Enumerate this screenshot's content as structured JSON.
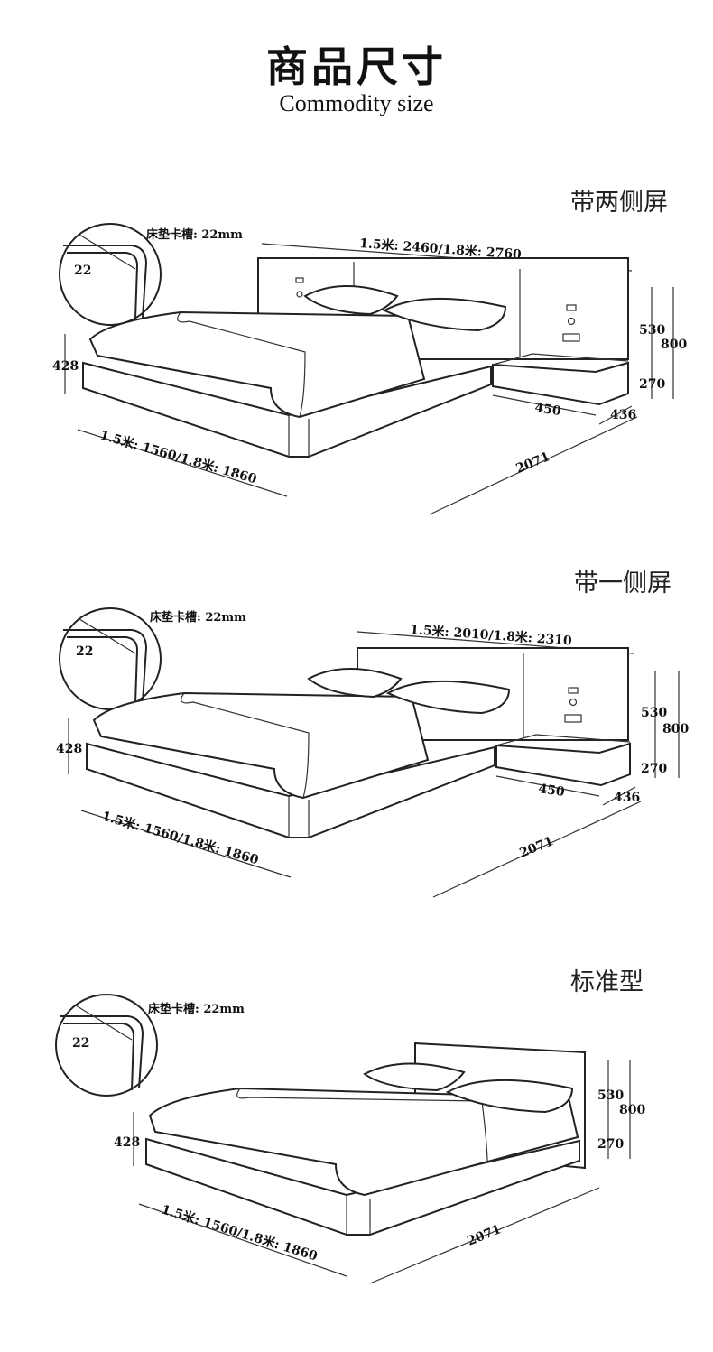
{
  "header": {
    "title": "商品尺寸",
    "subtitle": "Commodity size"
  },
  "sections": [
    {
      "label": "带两侧屏",
      "slot_text": "床垫卡槽: 22mm",
      "inset_value": "22",
      "headboard_width": "1.5米: 2460/1.8米: 2760",
      "bed_width": "1.5米: 1560/1.8米: 1860",
      "length": "2071",
      "height_bed": "428",
      "height_upper": "530",
      "height_total": "800",
      "height_lower": "270",
      "nightstand_width": "450",
      "nightstand_depth": "436"
    },
    {
      "label": "带一侧屏",
      "slot_text": "床垫卡槽: 22mm",
      "inset_value": "22",
      "headboard_width": "1.5米: 2010/1.8米: 2310",
      "bed_width": "1.5米: 1560/1.8米: 1860",
      "length": "2071",
      "height_bed": "428",
      "height_upper": "530",
      "height_total": "800",
      "height_lower": "270",
      "nightstand_width": "450",
      "nightstand_depth": "436"
    },
    {
      "label": "标准型",
      "slot_text": "床垫卡槽: 22mm",
      "inset_value": "22",
      "bed_width": "1.5米: 1560/1.8米: 1860",
      "length": "2071",
      "height_bed": "428",
      "height_upper": "530",
      "height_total": "800",
      "height_lower": "270"
    }
  ]
}
